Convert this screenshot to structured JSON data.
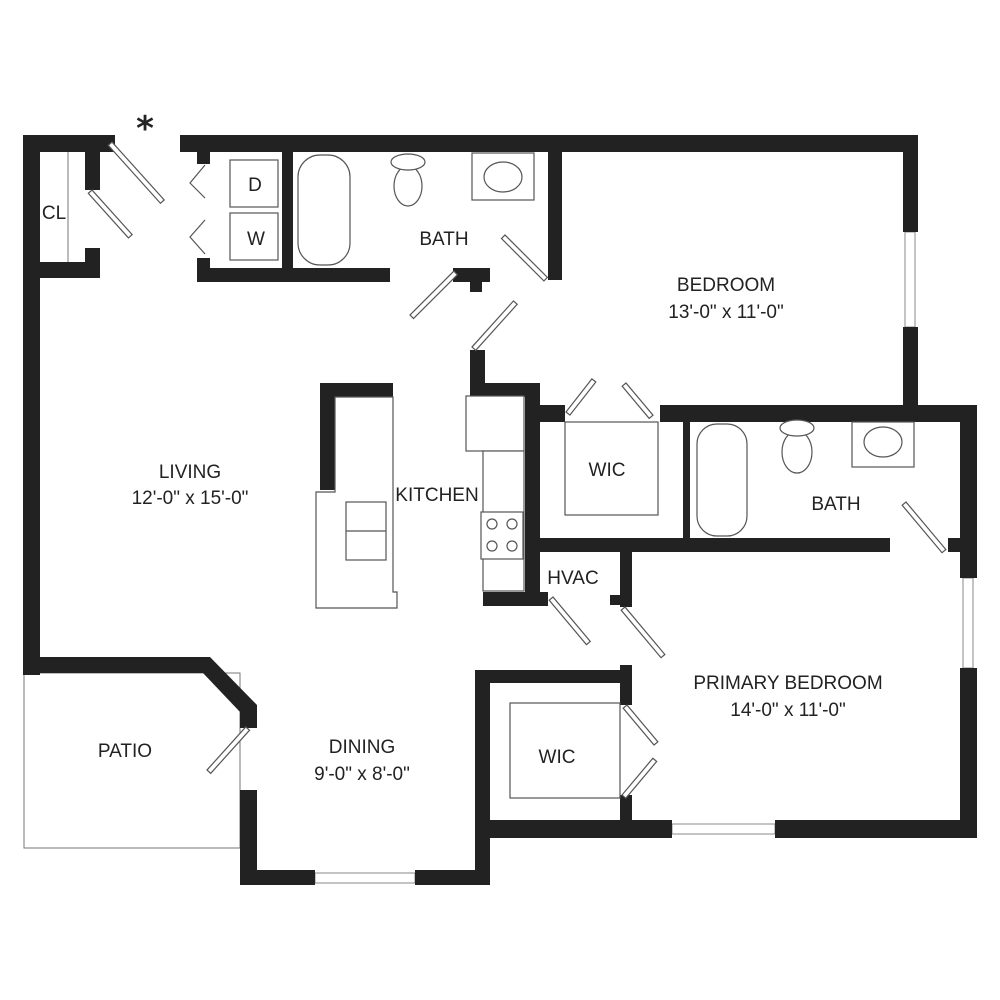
{
  "entry_marker": "*",
  "rooms": {
    "closet": {
      "name": "CL"
    },
    "dryer": {
      "name": "D"
    },
    "washer": {
      "name": "W"
    },
    "bath1": {
      "name": "BATH"
    },
    "bedroom": {
      "name": "BEDROOM",
      "size": "13'-0\" x 11'-0\""
    },
    "living": {
      "name": "LIVING",
      "size": "12'-0\" x 15'-0\""
    },
    "kitchen": {
      "name": "KITCHEN"
    },
    "wic1": {
      "name": "WIC"
    },
    "bath2": {
      "name": "BATH"
    },
    "hvac": {
      "name": "HVAC"
    },
    "primary_bedroom": {
      "name": "PRIMARY BEDROOM",
      "size": "14'-0\" x 11'-0\""
    },
    "patio": {
      "name": "PATIO"
    },
    "dining": {
      "name": "DINING",
      "size": "9'-0\" x 8'-0\""
    },
    "wic2": {
      "name": "WIC"
    }
  }
}
